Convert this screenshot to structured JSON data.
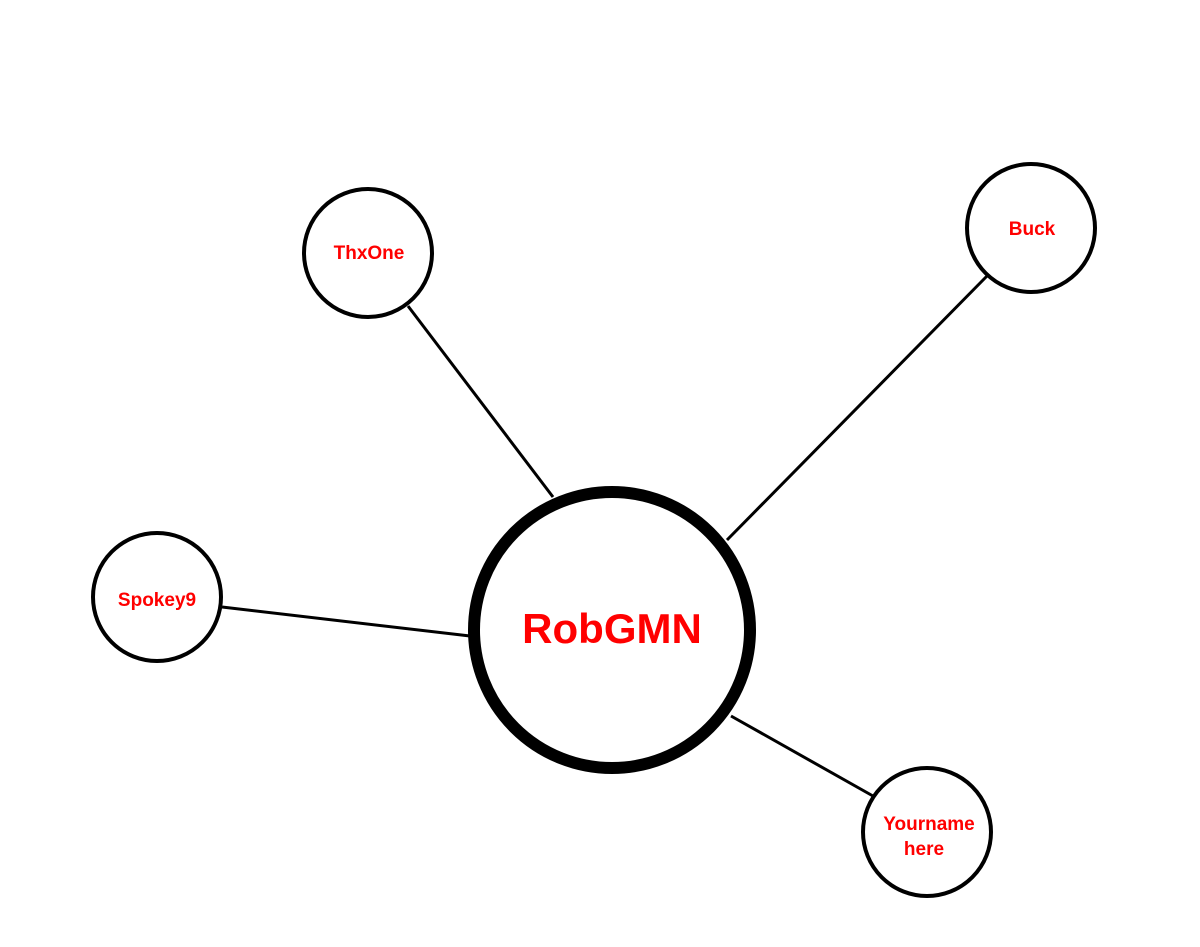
{
  "diagram": {
    "colors": {
      "label": "#ff0000",
      "line": "#000000",
      "node_fill": "#ffffff"
    },
    "center": {
      "label": "RobGMN"
    },
    "nodes": {
      "thxone": {
        "label": "ThxOne"
      },
      "buck": {
        "label": "Buck"
      },
      "spokey9": {
        "label": "Spokey9"
      },
      "yourname": {
        "line1": "Yourname",
        "line2": "here"
      }
    }
  }
}
